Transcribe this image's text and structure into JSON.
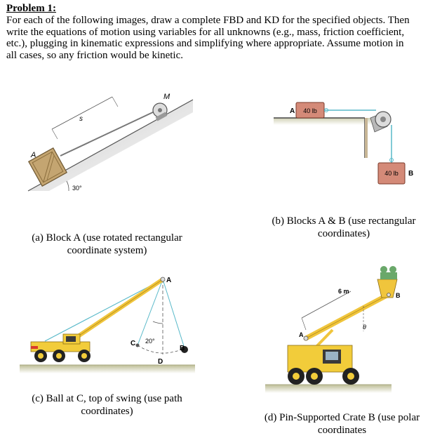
{
  "problem": {
    "heading": "Problem 1:",
    "line1": "For each of the following images, draw a complete FBD and KD for the specified objects. Then",
    "line2": "write the equations of motion using variables for all unknowns (e.g., mass, friction coefficient,",
    "line3": "etc.), plugging in kinematic expressions and simplifying where appropriate. Assume motion in",
    "line4": "all cases, so any friction would be kinetic."
  },
  "figures": {
    "a": {
      "caption_line1": "(a) Block A (use rotated rectangular",
      "caption_line2": "coordinate system)",
      "label_block": "A",
      "label_motor": "M",
      "label_s": "s",
      "label_angle": "30°"
    },
    "b": {
      "caption_line1": "(b) Blocks A & B (use rectangular",
      "caption_line2": "coordinates)",
      "label_a": "A",
      "label_b": "B",
      "weight_a": "40 lb",
      "weight_b": "40 lb"
    },
    "c": {
      "caption_line1": "(c) Ball at C, top of swing (use path",
      "caption_line2": "coordinates)",
      "label_a": "A",
      "label_b": "B",
      "label_c": "C",
      "label_d": "D",
      "label_angle": "20°"
    },
    "d": {
      "caption_line1": "(d) Pin-Supported Crate B (use polar",
      "caption_line2": "coordinates",
      "label_a": "A",
      "label_b": "B",
      "label_length": "6 m",
      "label_theta": "θ"
    }
  },
  "colors": {
    "crate_fill": "#c4a571",
    "block_fill": "#d48a78",
    "cable": "#59b9c9",
    "boom": "#f0c53c",
    "truck": "#f2cc3a",
    "ground": "#c8c8a8"
  }
}
